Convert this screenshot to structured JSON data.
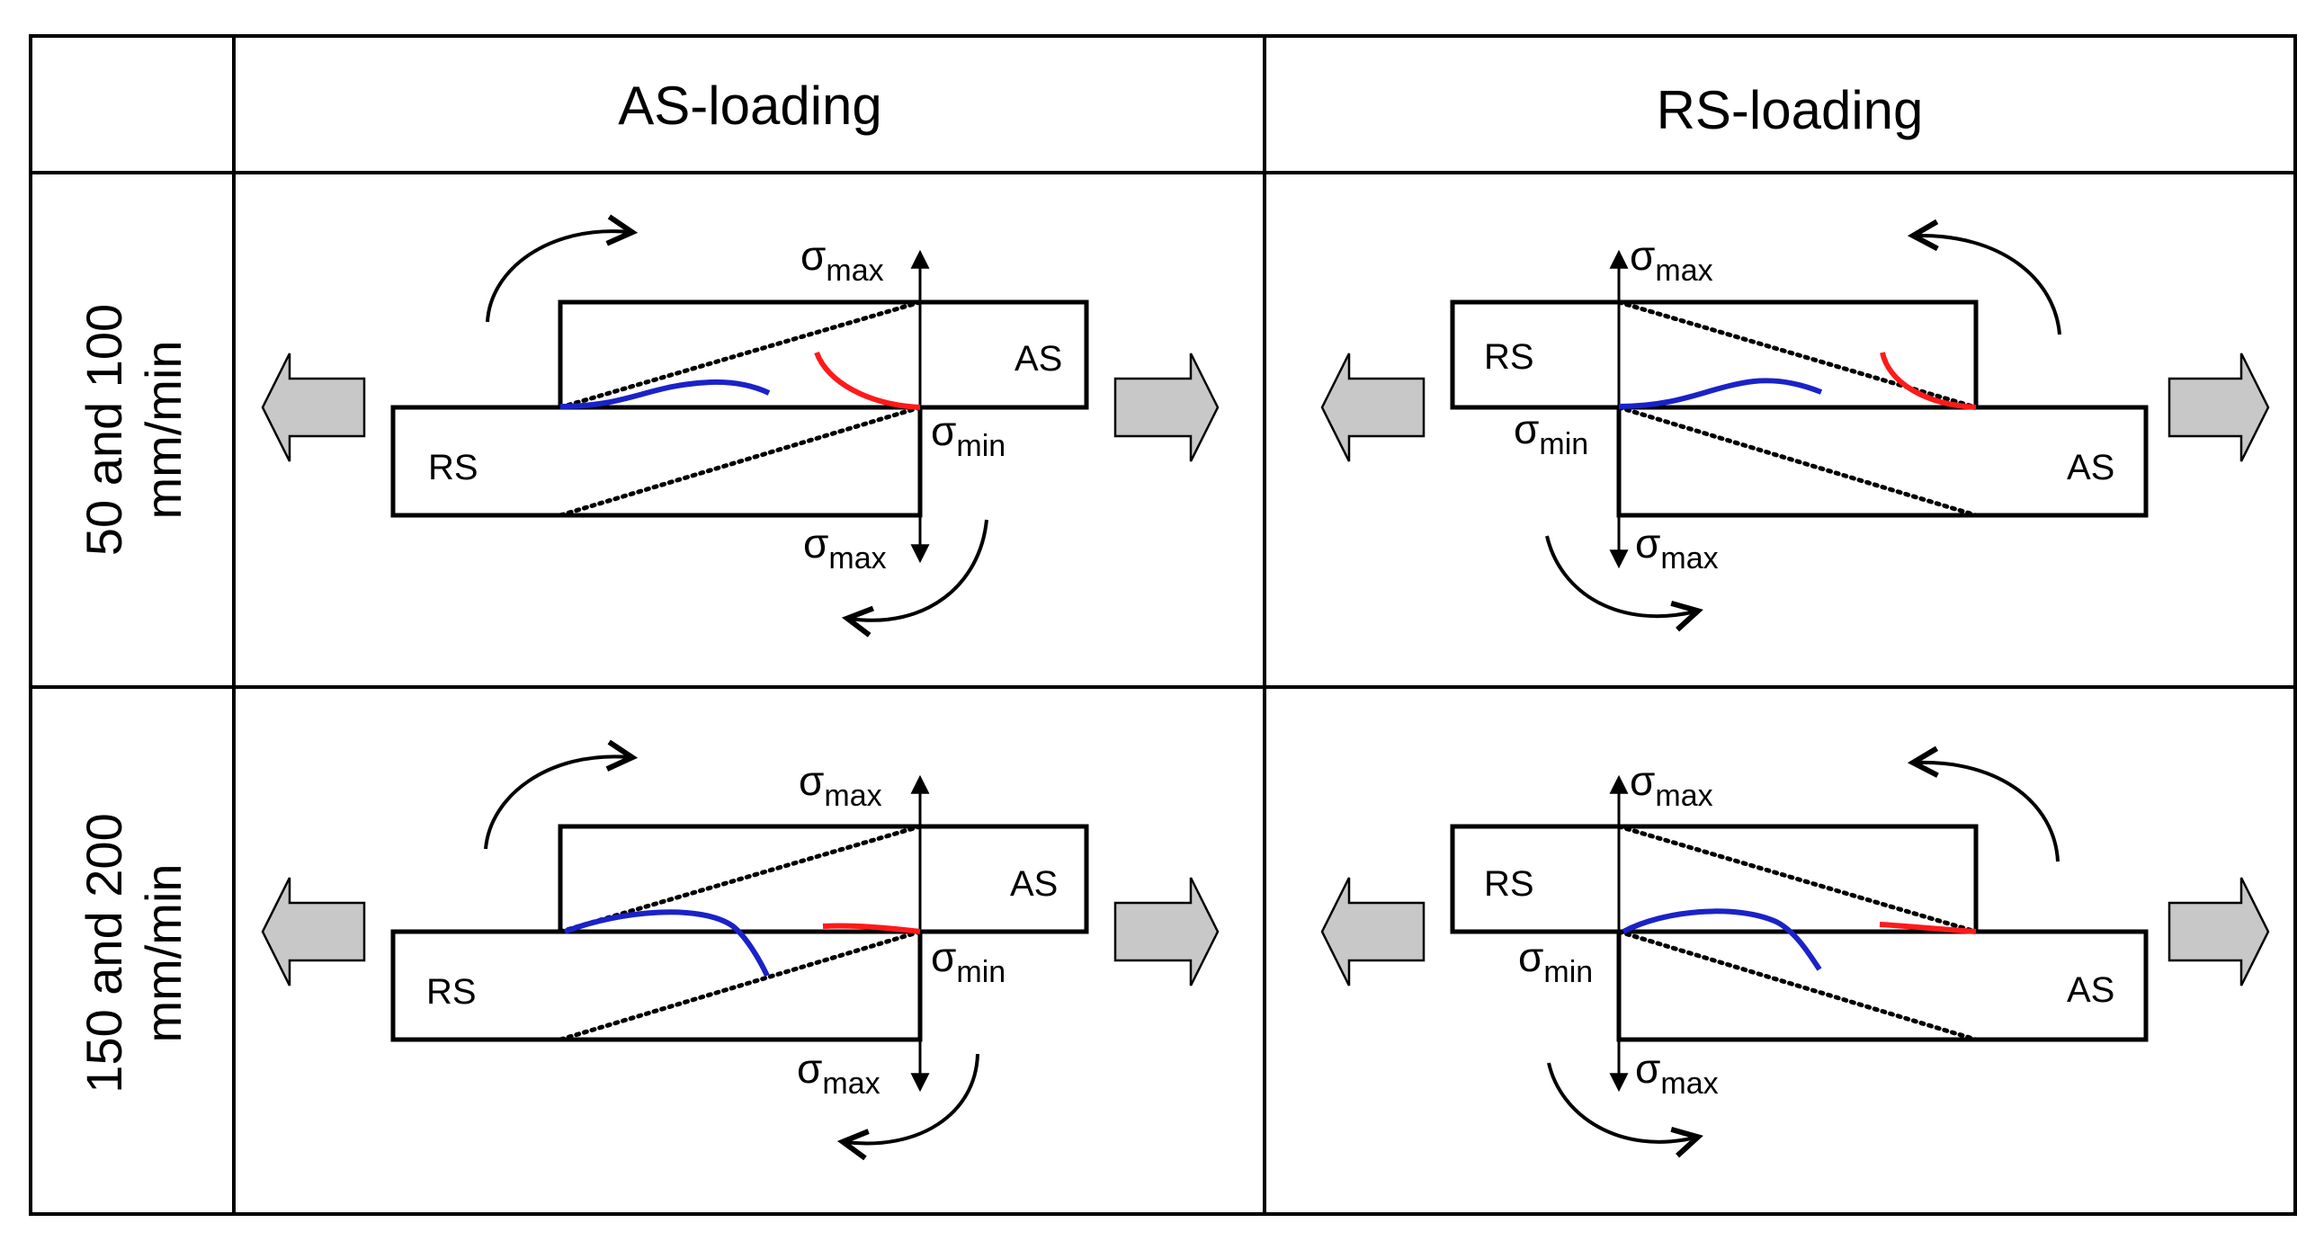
{
  "table": {
    "header": {
      "corner": "",
      "col_as": "AS-loading",
      "col_rs": "RS-loading"
    },
    "rows": [
      {
        "label_line1": "50 and 100",
        "label_line2": "mm/min"
      },
      {
        "label_line1": "150 and 200",
        "label_line2": "mm/min"
      }
    ]
  },
  "diagram_labels": {
    "sigma": "σ",
    "max": "max",
    "min": "min",
    "AS": "AS",
    "RS": "RS"
  },
  "colors": {
    "line": "#000000",
    "stress_blue": "#1a22c8",
    "stress_red": "#ff1a1a",
    "arrow_fill": "#c8c8c8"
  }
}
